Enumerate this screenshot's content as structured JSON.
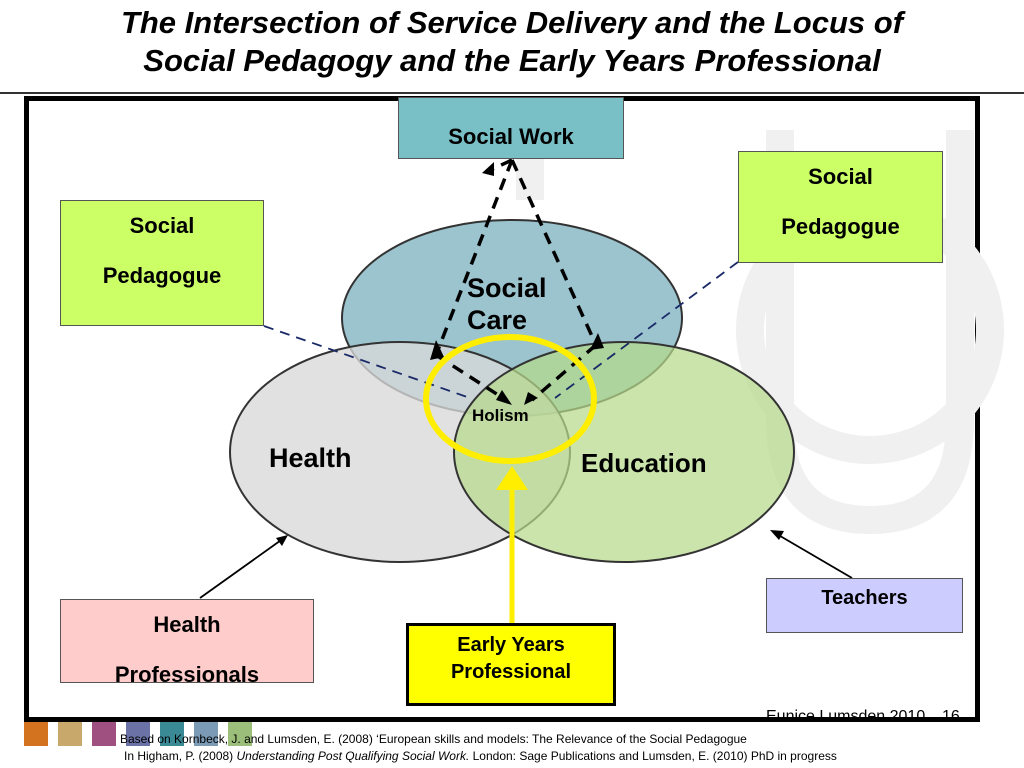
{
  "title_line1": "The Intersection of Service Delivery and the Locus of",
  "title_line2": "Social Pedagogy and the Early Years Professional",
  "boxes": {
    "social_work": "Social Work",
    "social_pedagogue_left_line1": "Social",
    "social_pedagogue_left_line2": "Pedagogue",
    "social_pedagogue_right_line1": "Social",
    "social_pedagogue_right_line2": "Pedagogue",
    "health_professionals_line1": "Health",
    "health_professionals_line2": "Professionals",
    "teachers": "Teachers",
    "early_years_line1": "Early Years",
    "early_years_line2": "Professional"
  },
  "circles": {
    "social_care_line1": "Social",
    "social_care_line2": "Care",
    "health": "Health",
    "education": "Education",
    "center": "Holism"
  },
  "colors": {
    "social_care": "#7fb4c2",
    "health": "#d8d8d8",
    "education": "#b6d98a",
    "social_work_box": "#78bfc6",
    "pedagogue_box": "#ccff66",
    "health_prof_box": "#ffcccc",
    "teachers_box": "#ccccff",
    "eyp_box": "#ffff00",
    "highlight_ring": "#ffee00"
  },
  "credit": "Eunice Lumsden 2010",
  "slide_number": "16",
  "references": {
    "line1": "Based on Kornbeck, J. and Lumsden, E. (2008) ‘European skills and models: The Relevance of the Social Pedagogue",
    "line2_prefix": "In Higham, P. (2008) ",
    "line2_italic": "Understanding Post Qualifying Social Work.",
    "line2_suffix": "  London: Sage Publications  and Lumsden, E. (2010)  PhD in progress"
  },
  "swatch_colors": [
    "#d4731f",
    "#c9a86b",
    "#a05080",
    "#6b73a6",
    "#3a8a96",
    "#7a9ab5",
    "#9bbf7a"
  ]
}
